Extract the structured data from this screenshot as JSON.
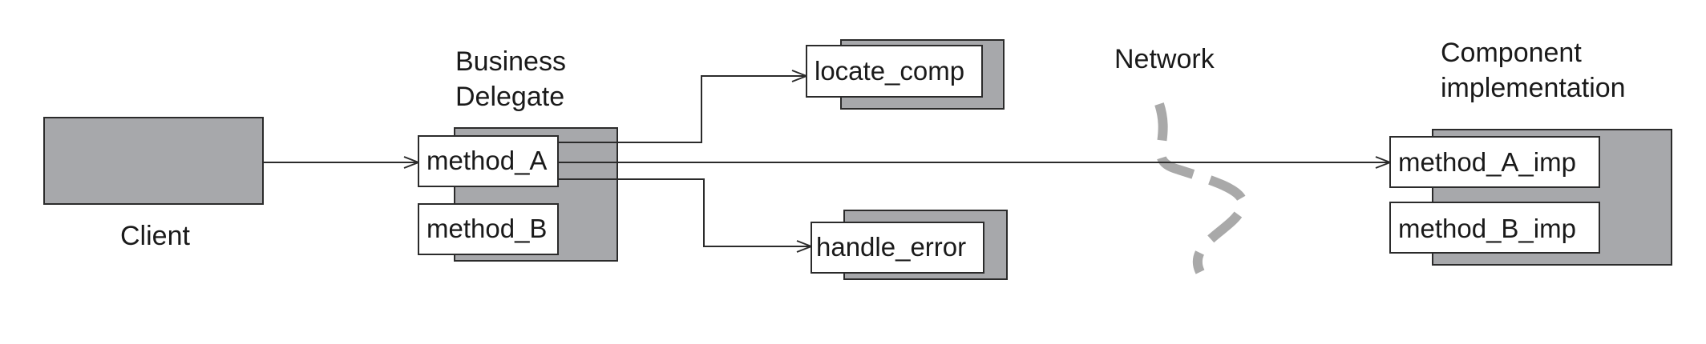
{
  "colors": {
    "block_fill": "#a7a8ab",
    "box_fill": "#ffffff",
    "stroke": "#2b2b2b",
    "network_curve": "#a9a9a9"
  },
  "client": {
    "label": "Client"
  },
  "business_delegate": {
    "label_line1": "Business",
    "label_line2": "Delegate",
    "methods": [
      "method_A",
      "method_B"
    ]
  },
  "helpers": {
    "locate": "locate_comp",
    "error": "handle_error"
  },
  "network": {
    "label": "Network"
  },
  "component": {
    "label_line1": "Component",
    "label_line2": "implementation",
    "methods": [
      "method_A_imp",
      "method_B_imp"
    ]
  }
}
